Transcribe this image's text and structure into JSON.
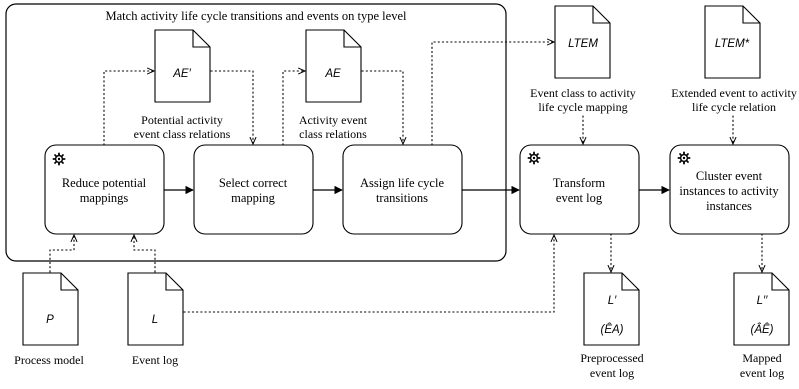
{
  "container": {
    "title": "Match activity life cycle transitions and events on type level"
  },
  "boxes": {
    "reduce": [
      "Reduce potential",
      "mappings"
    ],
    "select": [
      "Select correct",
      "mapping"
    ],
    "assign": [
      "Assign life cycle",
      "transitions"
    ],
    "transform": [
      "Transform",
      "event log"
    ],
    "cluster": [
      "Cluster event",
      "instances to activity",
      "instances"
    ]
  },
  "documents": {
    "ae_prime": {
      "symbol": "AE′",
      "caption": [
        "Potential activity",
        "event class relations"
      ]
    },
    "ae": {
      "symbol": "AE",
      "caption": [
        "Activity event",
        "class relations"
      ]
    },
    "ltem": {
      "symbol": "LTEM",
      "caption": [
        "Event class to activity",
        "life cycle mapping"
      ]
    },
    "ltem_star": {
      "symbol": "LTEM*",
      "caption": [
        "Extended event to activity",
        "life cycle relation"
      ]
    },
    "p": {
      "symbol": "P",
      "caption": [
        "Process model"
      ]
    },
    "l": {
      "symbol": "L",
      "caption": [
        "Event log"
      ]
    },
    "l_prime": {
      "symbol": "L′",
      "sub": "(ÊA)",
      "caption": [
        "Preprocessed",
        "event log"
      ]
    },
    "l_dprime": {
      "symbol": "L′′",
      "sub": "(ÂÊ)",
      "caption": [
        "Mapped",
        "event log"
      ]
    }
  },
  "icons": {
    "process_box": "gear-icon"
  }
}
